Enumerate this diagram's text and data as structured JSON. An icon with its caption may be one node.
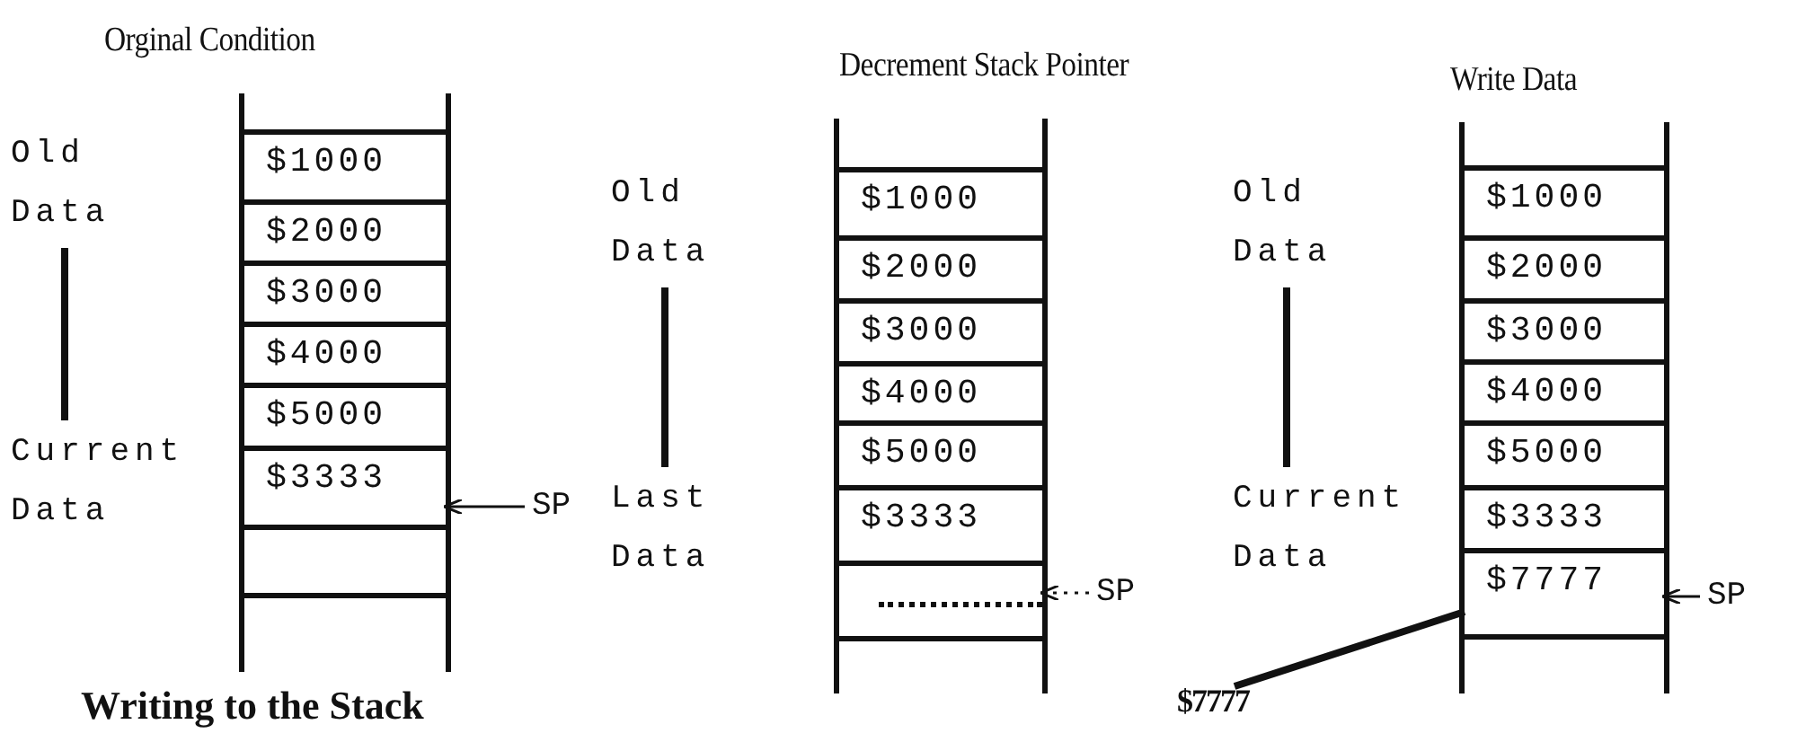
{
  "diagram": {
    "caption": "Writing to the Stack",
    "nodes": [
      {
        "text": [
          "Orginal Condition"
        ]
      },
      {
        "text": [
          "$1000"
        ],
        "in": 0
      },
      {
        "text": [
          "$2000"
        ],
        "in": 0
      },
      {
        "text": [
          "$3000"
        ],
        "in": 0
      },
      {
        "text": [
          "$4000"
        ],
        "in": 0
      },
      {
        "text": [
          "$5000"
        ],
        "in": 0
      },
      {
        "text": [
          "$3333"
        ],
        "in": 0
      },
      {
        "text": [],
        "shape": "box",
        "in": 0
      },
      {
        "text": [
          "Old Data"
        ]
      },
      {
        "text": [
          "Current Data"
        ]
      },
      {
        "text": [
          "SP"
        ]
      },
      {
        "text": [
          "Decrement Stack Pointer"
        ]
      },
      {
        "text": [
          "$1000"
        ],
        "in": 11
      },
      {
        "text": [
          "$2000"
        ],
        "in": 11
      },
      {
        "text": [
          "$3000"
        ],
        "in": 11
      },
      {
        "text": [
          "$4000"
        ],
        "in": 11
      },
      {
        "text": [
          "$5000"
        ],
        "in": 11
      },
      {
        "text": [
          "$3333"
        ],
        "in": 11
      },
      {
        "text": [],
        "shape": "box",
        "in": 11
      },
      {
        "text": [
          "Old Data"
        ]
      },
      {
        "text": [
          "Last Data"
        ]
      },
      {
        "text": [
          "SP"
        ]
      },
      {
        "text": [
          "Write Data"
        ]
      },
      {
        "text": [
          "$1000"
        ],
        "in": 22
      },
      {
        "text": [
          "$2000"
        ],
        "in": 22
      },
      {
        "text": [
          "$3000"
        ],
        "in": 22
      },
      {
        "text": [
          "$4000"
        ],
        "in": 22
      },
      {
        "text": [
          "$5000"
        ],
        "in": 22
      },
      {
        "text": [
          "$3333"
        ],
        "in": 22
      },
      {
        "text": [
          "$7777"
        ],
        "in": 22
      },
      {
        "text": [
          "Old Data"
        ]
      },
      {
        "text": [
          "Current Data"
        ]
      },
      {
        "text": [
          "SP"
        ]
      },
      {
        "text": [
          "$7777"
        ]
      }
    ],
    "edges": [
      {
        "from": 8,
        "to": 9,
        "arrow": "none"
      },
      {
        "from": 10,
        "to": 6,
        "arrow": "to"
      },
      {
        "from": 19,
        "to": 20,
        "arrow": "none"
      },
      {
        "from": 21,
        "to": 18,
        "arrow": "to",
        "style": "dashed"
      },
      {
        "from": 30,
        "to": 31,
        "arrow": "none"
      },
      {
        "from": 32,
        "to": 29,
        "arrow": "to"
      },
      {
        "from": 33,
        "to": 29,
        "arrow": "none"
      }
    ]
  }
}
